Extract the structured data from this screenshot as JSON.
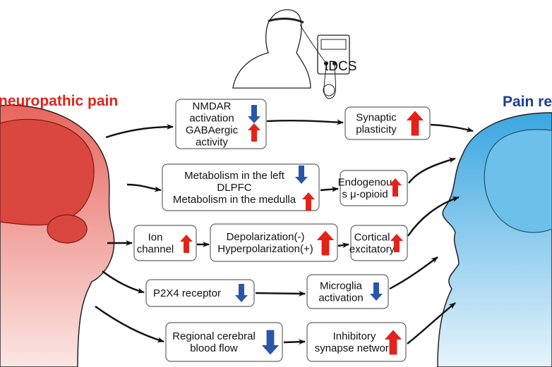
{
  "titles": {
    "left": "neuropathic pain",
    "right": "Pain relief",
    "device": "tDCS"
  },
  "colors": {
    "left_title": "#e2231a",
    "right_title": "#1b3f94",
    "up_arrow": "#e2231a",
    "down_arrow": "#2a56a8",
    "left_head": "#e8776f",
    "right_head": "#5ab8e6"
  },
  "boxes": [
    {
      "lines": [
        "NMDAR",
        "activation",
        "GABAergic",
        "activity"
      ],
      "indicators": [
        "down",
        "up"
      ]
    },
    {
      "lines": [
        "Synaptic",
        "plasticity"
      ],
      "indicators": [
        "up"
      ]
    },
    {
      "lines": [
        "Metabolism in the left",
        "DLPFC",
        "Metabolism in the medulla"
      ],
      "indicators": [
        "down",
        "up"
      ]
    },
    {
      "lines": [
        "Endogenou",
        "s μ-opioid"
      ],
      "indicators": [
        "up"
      ]
    },
    {
      "lines": [
        "Ion",
        "channel"
      ],
      "indicators": [
        "up"
      ]
    },
    {
      "lines": [
        "Depolarization(-)",
        "Hyperpolarization(+)"
      ],
      "indicators": [
        "up"
      ]
    },
    {
      "lines": [
        "Cortical",
        "excitatory"
      ],
      "indicators": [
        "up"
      ]
    },
    {
      "lines": [
        "P2X4 receptor"
      ],
      "indicators": [
        "down"
      ]
    },
    {
      "lines": [
        "Microglia",
        "activation"
      ],
      "indicators": [
        "down"
      ]
    },
    {
      "lines": [
        "Regional cerebral",
        "blood flow"
      ],
      "indicators": [
        "down"
      ]
    },
    {
      "lines": [
        "Inhibitory",
        "synapse network"
      ],
      "indicators": [
        "up"
      ]
    }
  ]
}
